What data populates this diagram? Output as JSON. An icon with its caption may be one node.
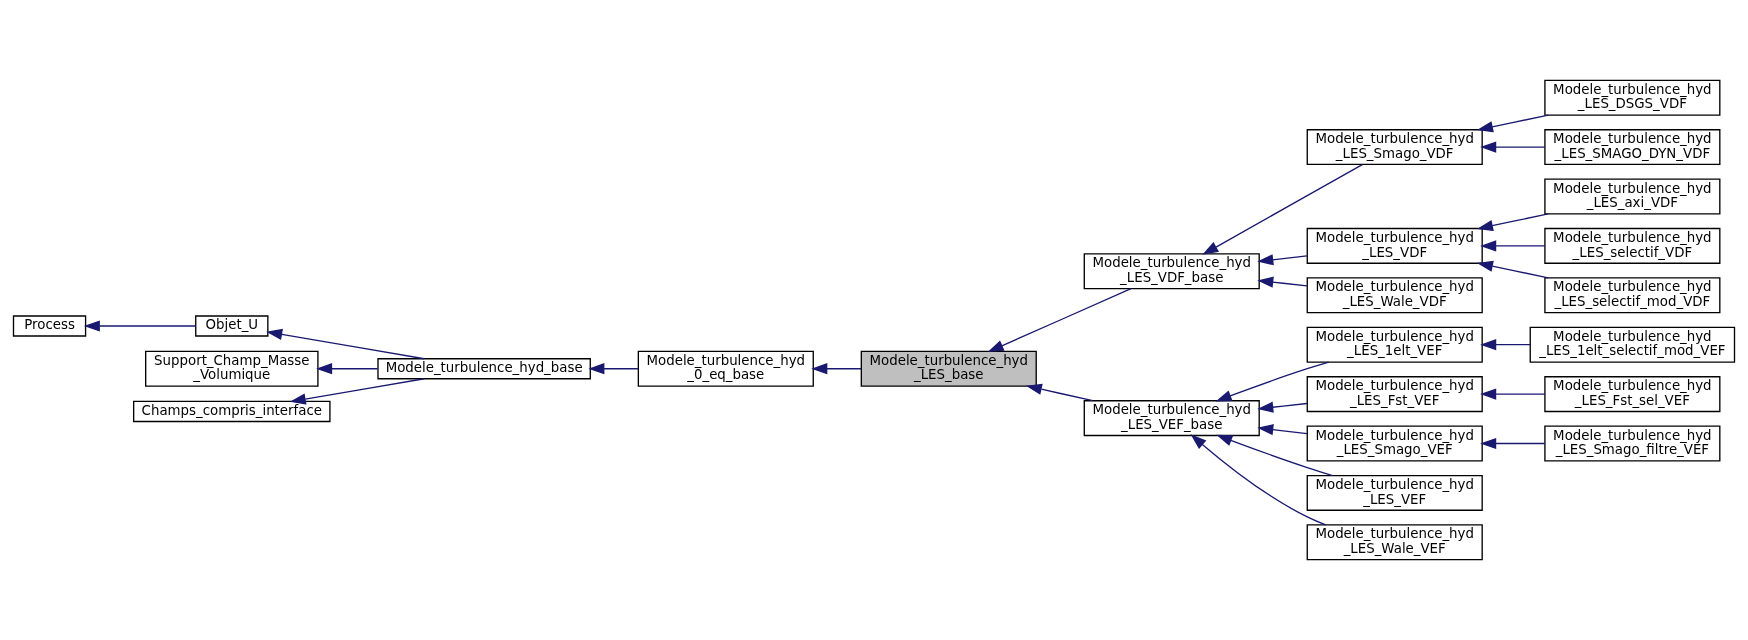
{
  "diagram": {
    "nodes": [
      {
        "text": [
          "Process"
        ]
      },
      {
        "text": [
          "Objet_U"
        ]
      },
      {
        "text": [
          "Support_Champ_Masse _Volumique"
        ]
      },
      {
        "text": [
          "Champs_compris_interface"
        ]
      },
      {
        "text": [
          "Modele_turbulence_hyd_base"
        ]
      },
      {
        "text": [
          "Modele_turbulence_hyd _0_eq_base"
        ]
      },
      {
        "text": [
          "Modele_turbulence_hyd _LES_base"
        ]
      },
      {
        "text": [
          "Modele_turbulence_hyd _LES_VDF_base"
        ]
      },
      {
        "text": [
          "Modele_turbulence_hyd _LES_VEF_base"
        ]
      },
      {
        "text": [
          "Modele_turbulence_hyd _LES_Smago_VDF"
        ]
      },
      {
        "text": [
          "Modele_turbulence_hyd _LES_VDF"
        ]
      },
      {
        "text": [
          "Modele_turbulence_hyd _LES_Wale_VDF"
        ]
      },
      {
        "text": [
          "Modele_turbulence_hyd _LES_1elt_VEF"
        ]
      },
      {
        "text": [
          "Modele_turbulence_hyd _LES_Fst_VEF"
        ]
      },
      {
        "text": [
          "Modele_turbulence_hyd _LES_Smago_VEF"
        ]
      },
      {
        "text": [
          "Modele_turbulence_hyd _LES_VEF"
        ]
      },
      {
        "text": [
          "Modele_turbulence_hyd _LES_Wale_VEF"
        ]
      },
      {
        "text": [
          "Modele_turbulence_hyd _LES_DSGS_VDF"
        ]
      },
      {
        "text": [
          "Modele_turbulence_hyd _LES_SMAGO_DYN_VDF"
        ]
      },
      {
        "text": [
          "Modele_turbulence_hyd _LES_axi_VDF"
        ]
      },
      {
        "text": [
          "Modele_turbulence_hyd _LES_selectif_VDF"
        ]
      },
      {
        "text": [
          "Modele_turbulence_hyd _LES_selectif_mod_VDF"
        ]
      },
      {
        "text": [
          "Modele_turbulence_hyd _LES_1elt_selectif_mod_VEF"
        ]
      },
      {
        "text": [
          "Modele_turbulence_hyd _LES_Fst_sel_VEF"
        ]
      },
      {
        "text": [
          "Modele_turbulence_hyd _LES_Smago_filtre_VEF"
        ]
      }
    ],
    "edges": [
      {
        "from": 1,
        "to": 0,
        "arrow": "to"
      },
      {
        "from": 4,
        "to": 1,
        "arrow": "to"
      },
      {
        "from": 4,
        "to": 2,
        "arrow": "to"
      },
      {
        "from": 4,
        "to": 3,
        "arrow": "to"
      },
      {
        "from": 5,
        "to": 4,
        "arrow": "to"
      },
      {
        "from": 6,
        "to": 5,
        "arrow": "to"
      },
      {
        "from": 7,
        "to": 6,
        "arrow": "to"
      },
      {
        "from": 8,
        "to": 6,
        "arrow": "to"
      },
      {
        "from": 9,
        "to": 7,
        "arrow": "to"
      },
      {
        "from": 10,
        "to": 7,
        "arrow": "to"
      },
      {
        "from": 11,
        "to": 7,
        "arrow": "to"
      },
      {
        "from": 12,
        "to": 8,
        "arrow": "to"
      },
      {
        "from": 13,
        "to": 8,
        "arrow": "to"
      },
      {
        "from": 14,
        "to": 8,
        "arrow": "to"
      },
      {
        "from": 15,
        "to": 8,
        "arrow": "to"
      },
      {
        "from": 16,
        "to": 8,
        "arrow": "to"
      },
      {
        "from": 17,
        "to": 9,
        "arrow": "to"
      },
      {
        "from": 18,
        "to": 9,
        "arrow": "to"
      },
      {
        "from": 19,
        "to": 10,
        "arrow": "to"
      },
      {
        "from": 20,
        "to": 10,
        "arrow": "to"
      },
      {
        "from": 21,
        "to": 10,
        "arrow": "to"
      },
      {
        "from": 22,
        "to": 12,
        "arrow": "to"
      },
      {
        "from": 23,
        "to": 13,
        "arrow": "to"
      },
      {
        "from": 24,
        "to": 14,
        "arrow": "to"
      }
    ]
  }
}
